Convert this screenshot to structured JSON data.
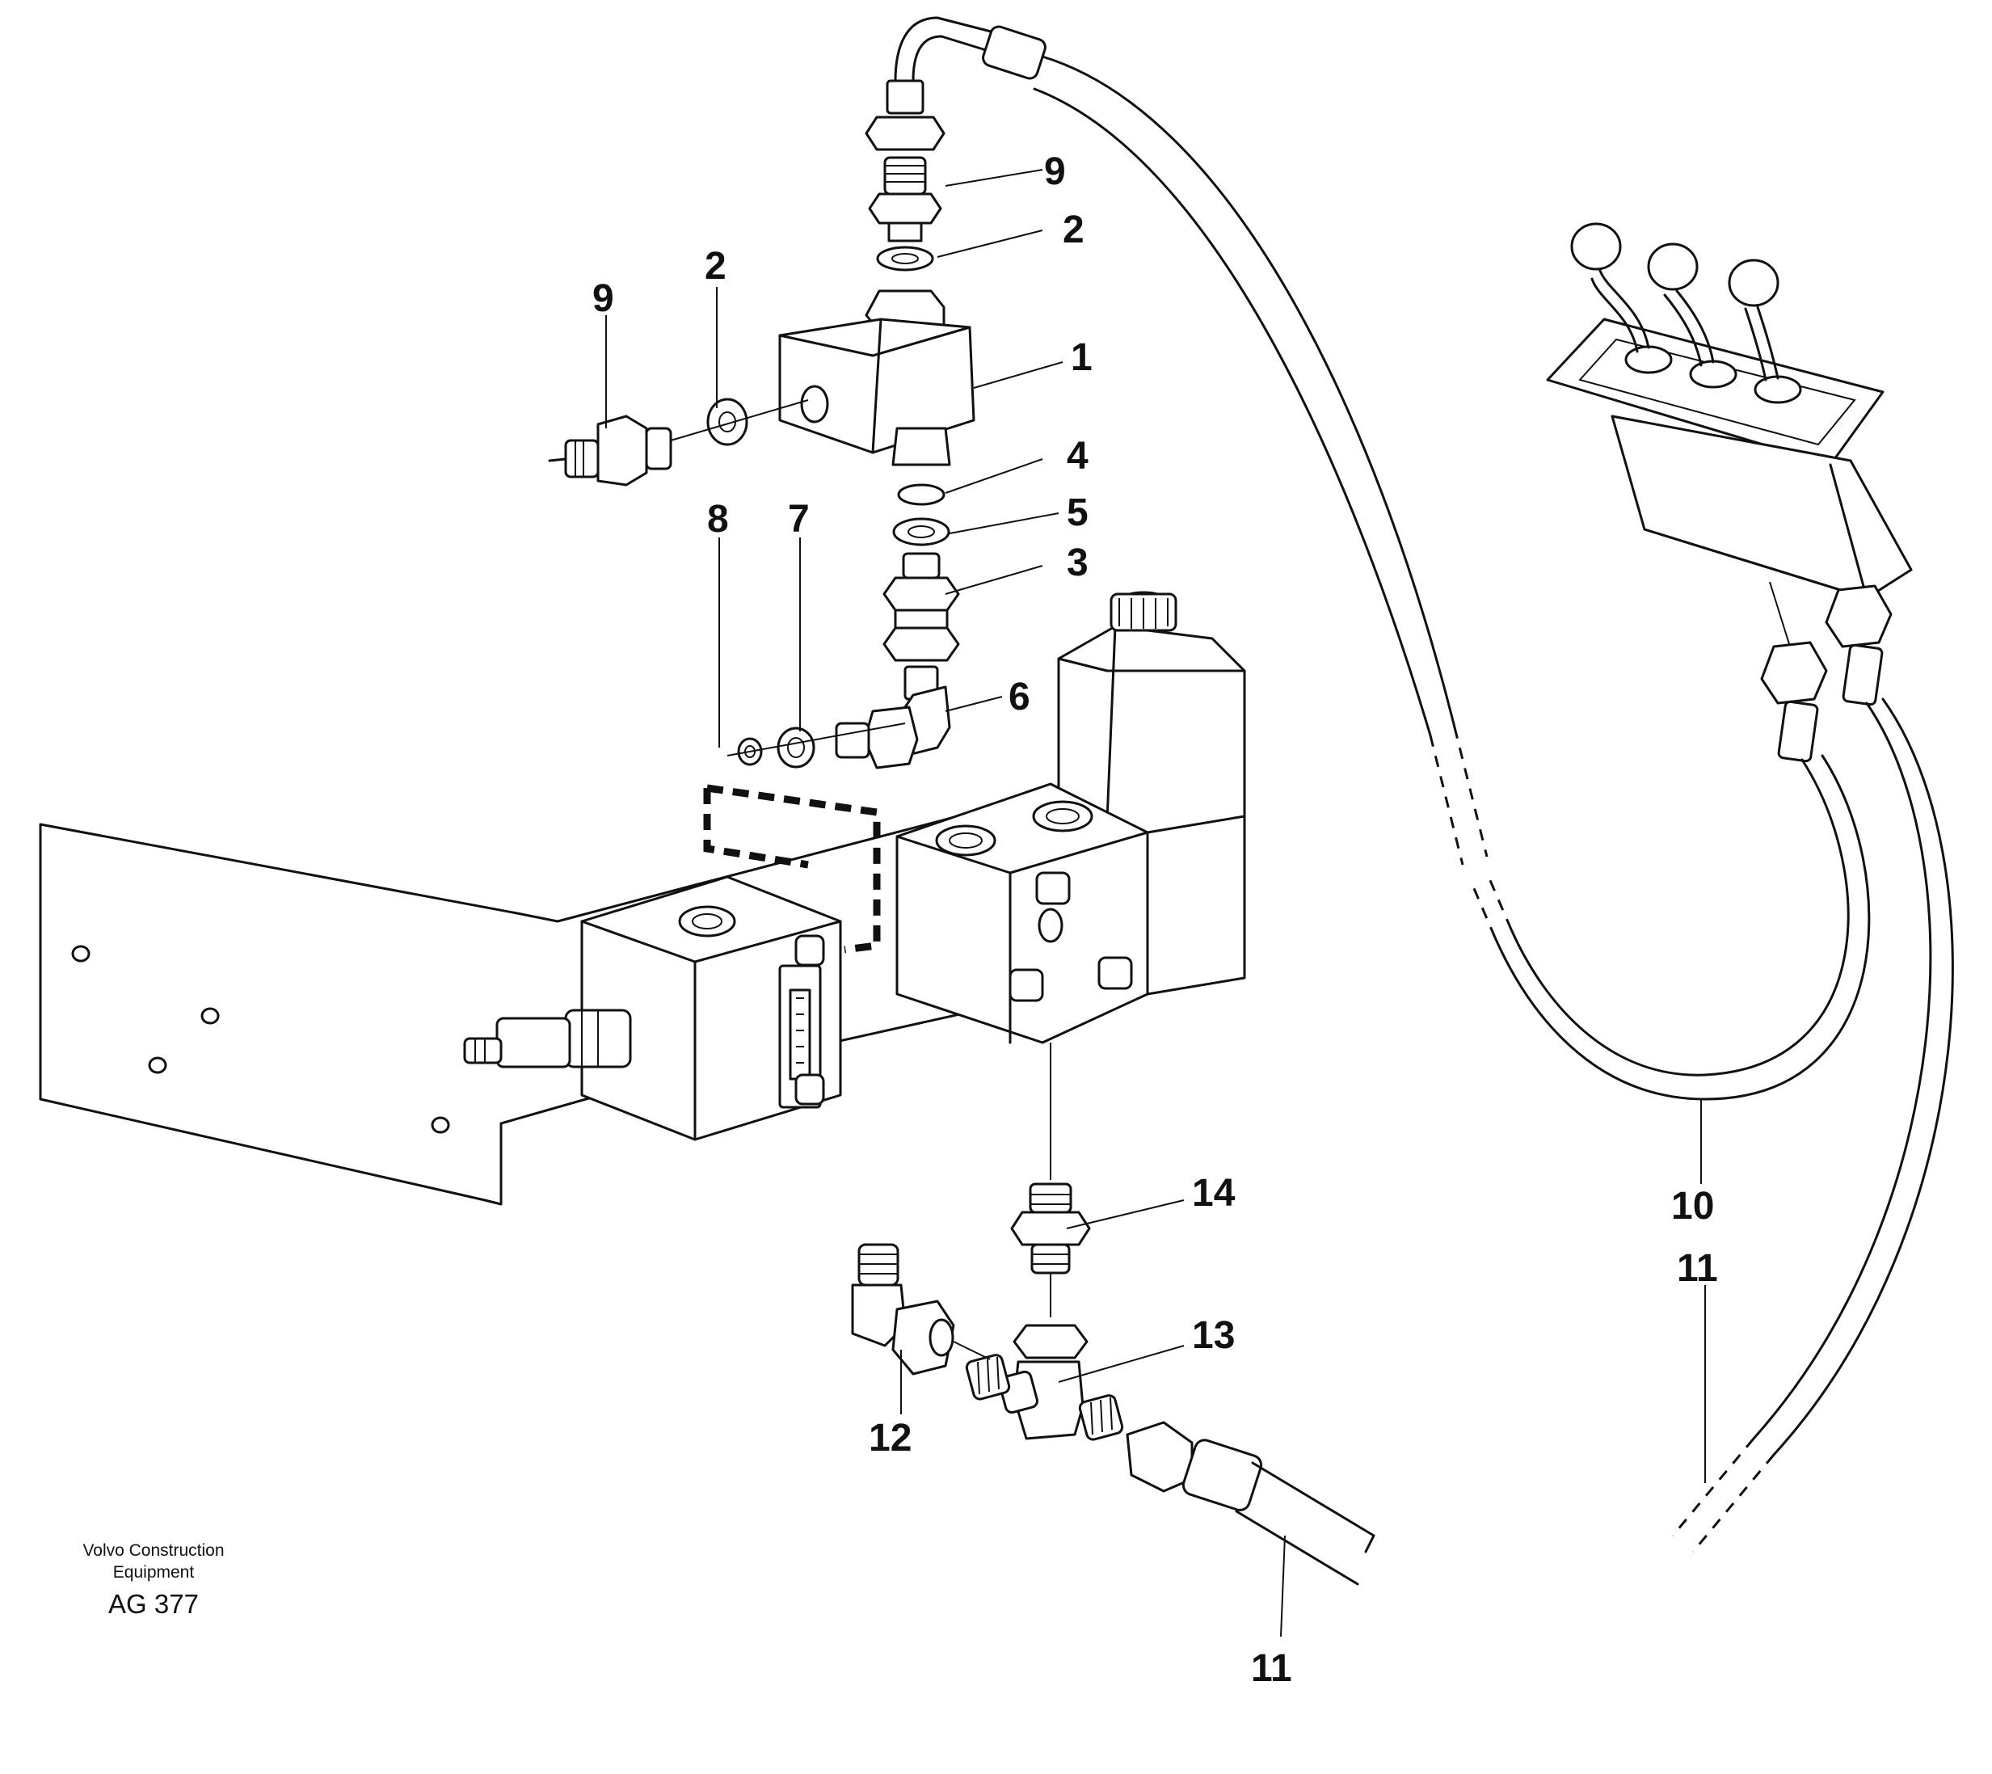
{
  "diagram": {
    "callouts": [
      {
        "id": "c1",
        "label": "1"
      },
      {
        "id": "c2a",
        "label": "2"
      },
      {
        "id": "c2b",
        "label": "2"
      },
      {
        "id": "c3",
        "label": "3"
      },
      {
        "id": "c4",
        "label": "4"
      },
      {
        "id": "c5",
        "label": "5"
      },
      {
        "id": "c6",
        "label": "6"
      },
      {
        "id": "c7",
        "label": "7"
      },
      {
        "id": "c8",
        "label": "8"
      },
      {
        "id": "c9a",
        "label": "9"
      },
      {
        "id": "c9b",
        "label": "9"
      },
      {
        "id": "c10",
        "label": "10"
      },
      {
        "id": "c11a",
        "label": "11"
      },
      {
        "id": "c11b",
        "label": "11"
      },
      {
        "id": "c12",
        "label": "12"
      },
      {
        "id": "c13",
        "label": "13"
      },
      {
        "id": "c14",
        "label": "14"
      }
    ]
  },
  "caption": {
    "line1": "Volvo Construction",
    "line2": "Equipment",
    "code": "AG 377"
  }
}
